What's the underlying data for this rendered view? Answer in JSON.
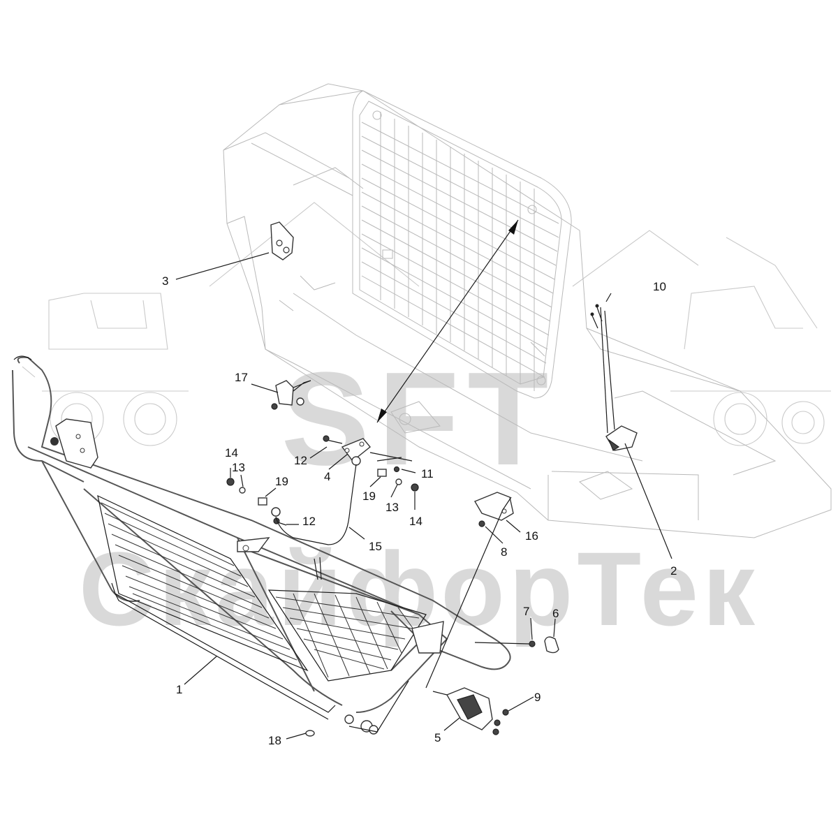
{
  "watermark": {
    "logo_text": "SFT",
    "company_text": "СкайфорТек"
  },
  "colors": {
    "line": "#1a1a1a",
    "faint": "#c9c9c9",
    "watermark": "#d9d9d9"
  },
  "callouts": [
    {
      "id": "c1",
      "label": "1"
    },
    {
      "id": "c2",
      "label": "2"
    },
    {
      "id": "c3",
      "label": "3"
    },
    {
      "id": "c4",
      "label": "4"
    },
    {
      "id": "c5",
      "label": "5"
    },
    {
      "id": "c6",
      "label": "6"
    },
    {
      "id": "c7",
      "label": "7"
    },
    {
      "id": "c8",
      "label": "8"
    },
    {
      "id": "c9",
      "label": "9"
    },
    {
      "id": "c10",
      "label": "10"
    },
    {
      "id": "c11",
      "label": "11"
    },
    {
      "id": "c12a",
      "label": "12"
    },
    {
      "id": "c12b",
      "label": "12"
    },
    {
      "id": "c13a",
      "label": "13"
    },
    {
      "id": "c13b",
      "label": "13"
    },
    {
      "id": "c14a",
      "label": "14"
    },
    {
      "id": "c14b",
      "label": "14"
    },
    {
      "id": "c15",
      "label": "15"
    },
    {
      "id": "c16",
      "label": "16"
    },
    {
      "id": "c17",
      "label": "17"
    },
    {
      "id": "c18",
      "label": "18"
    },
    {
      "id": "c19a",
      "label": "19"
    },
    {
      "id": "c19b",
      "label": "19"
    }
  ]
}
